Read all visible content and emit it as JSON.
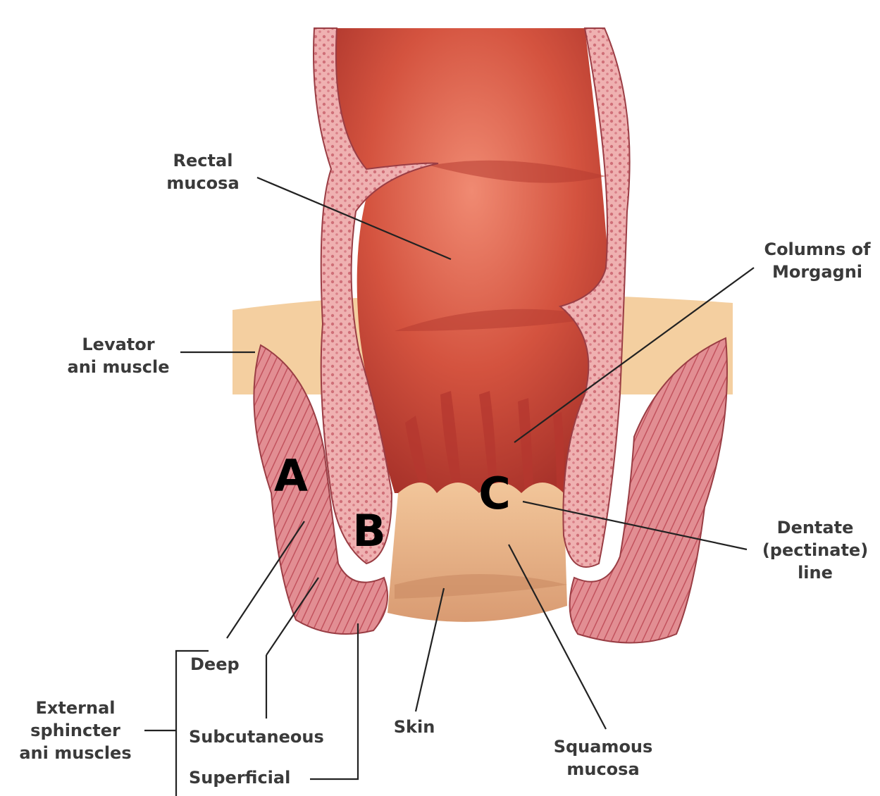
{
  "labels": {
    "rectal_mucosa_1": "Rectal",
    "rectal_mucosa_2": "mucosa",
    "columns_1": "Columns of",
    "columns_2": "Morgagni",
    "levator_1": "Levator",
    "levator_2": "ani muscle",
    "dentate_1": "Dentate",
    "dentate_2": "(pectinate)",
    "dentate_3": "line",
    "external_1": "External",
    "external_2": "sphincter",
    "external_3": "ani muscles",
    "deep": "Deep",
    "subcutaneous": "Subcutaneous",
    "superficial": "Superficial",
    "skin": "Skin",
    "squamous_1": "Squamous",
    "squamous_2": "mucosa"
  },
  "markers": {
    "a": "A",
    "b": "B",
    "c": "C"
  },
  "colors": {
    "lumen": "#c9483a",
    "wall": "#e9a3a3",
    "muscle": "#d97a82",
    "fat": "#f3cf9e",
    "anal_canal": "#e9b98a"
  }
}
